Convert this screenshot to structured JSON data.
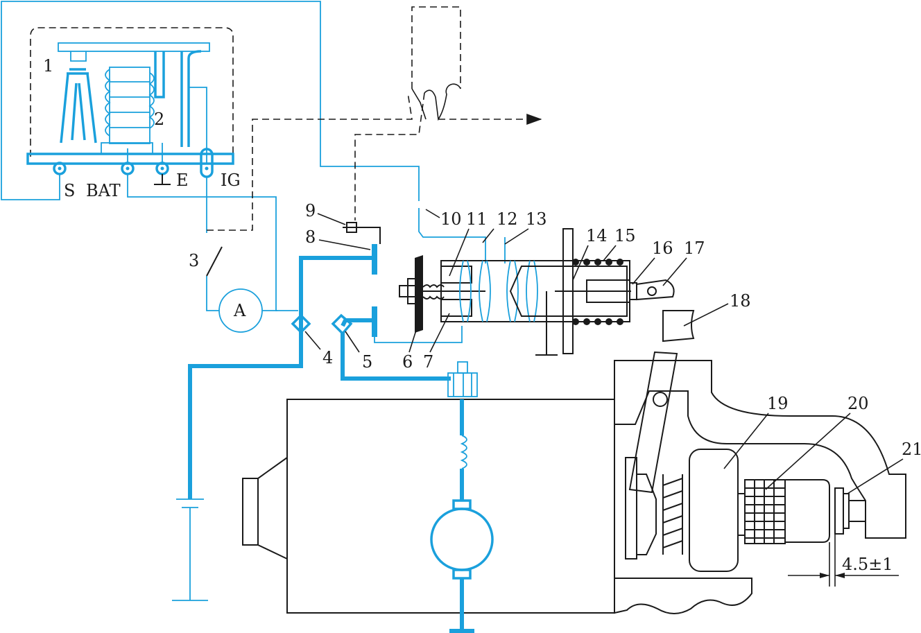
{
  "colors": {
    "wire": "#1aa0dc",
    "ink": "#1a1a1a",
    "hatch": "#1a1a1a"
  },
  "terminals": {
    "s": "S",
    "bat": "BAT",
    "e": "E",
    "ig": "IG"
  },
  "ammeter": "A",
  "dimension": "4.5±1",
  "callouts": {
    "n1": "1",
    "n2": "2",
    "n3": "3",
    "n4": "4",
    "n5": "5",
    "n6": "6",
    "n7": "7",
    "n8": "8",
    "n9": "9",
    "n10": "10",
    "n11": "11",
    "n12": "12",
    "n13": "13",
    "n14": "14",
    "n15": "15",
    "n16": "16",
    "n17": "17",
    "n18": "18",
    "n19": "19",
    "n20": "20",
    "n21": "21"
  }
}
